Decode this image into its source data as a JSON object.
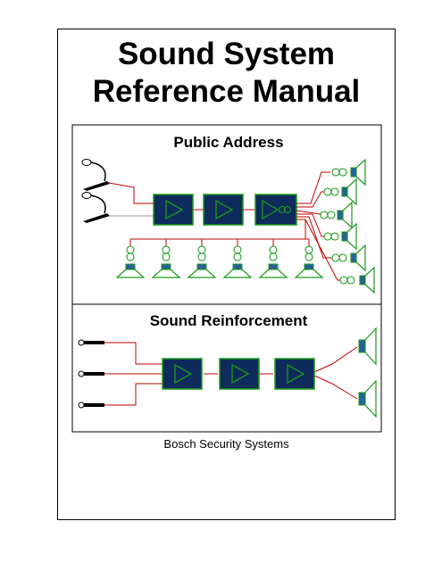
{
  "document": {
    "title_line1": "Sound System",
    "title_line2": "Reference Manual",
    "footer": "Bosch Security Systems"
  },
  "panels": {
    "public_address": {
      "title": "Public Address"
    },
    "sound_reinforcement": {
      "title": "Sound Reinforcement"
    }
  },
  "colors": {
    "amp_fill": "#0f2b5c",
    "component_green": "#1a9a1a",
    "wire_red": "#c00000",
    "speaker_blue": "#2a5f9e"
  },
  "icons": {
    "amplifier": "amplifier-icon",
    "transformer": "transformer-icon",
    "speaker": "speaker-icon",
    "microphone": "microphone-icon"
  }
}
